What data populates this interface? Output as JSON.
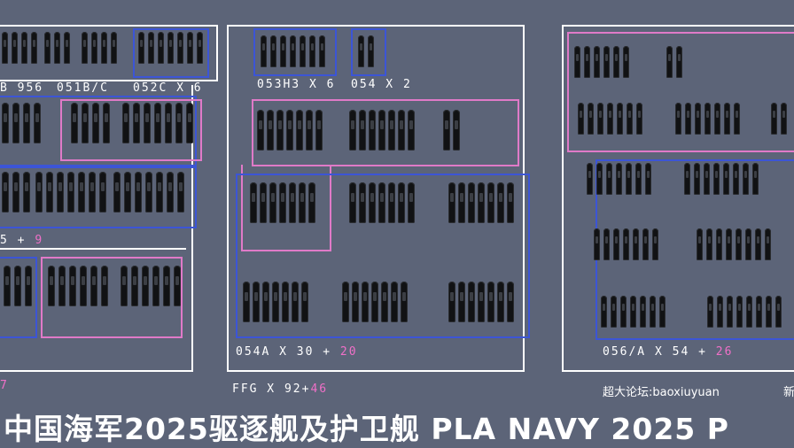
{
  "panel_left": {
    "labels": {
      "type956": "B 956",
      "type051": "051B/C",
      "type052c": "052C X 6",
      "sub_count_prefix": "5 +",
      "sub_count_add": "9",
      "bottom_mark": "7"
    }
  },
  "panel_mid": {
    "labels": {
      "type053h3": "053H3 X 6",
      "type054": "054 X 2",
      "type054a_prefix": "054A  X 30 +",
      "type054a_add": "20"
    },
    "total_prefix": "FFG X 92+",
    "total_add": "46"
  },
  "panel_right": {
    "labels": {
      "type056_prefix": "056/A X 54 +",
      "type056_add": "26"
    }
  },
  "credit": "超大论坛:baoxiuyuan",
  "credit_tail": "新",
  "title": "中国海军2025驱逐舰及护卫舰 PLA NAVY 2025 P",
  "colors": {
    "background": "#5c6478",
    "blue_group": "#3c55d6",
    "pink_group": "#e07ac8",
    "highlight": "#f070c8"
  }
}
